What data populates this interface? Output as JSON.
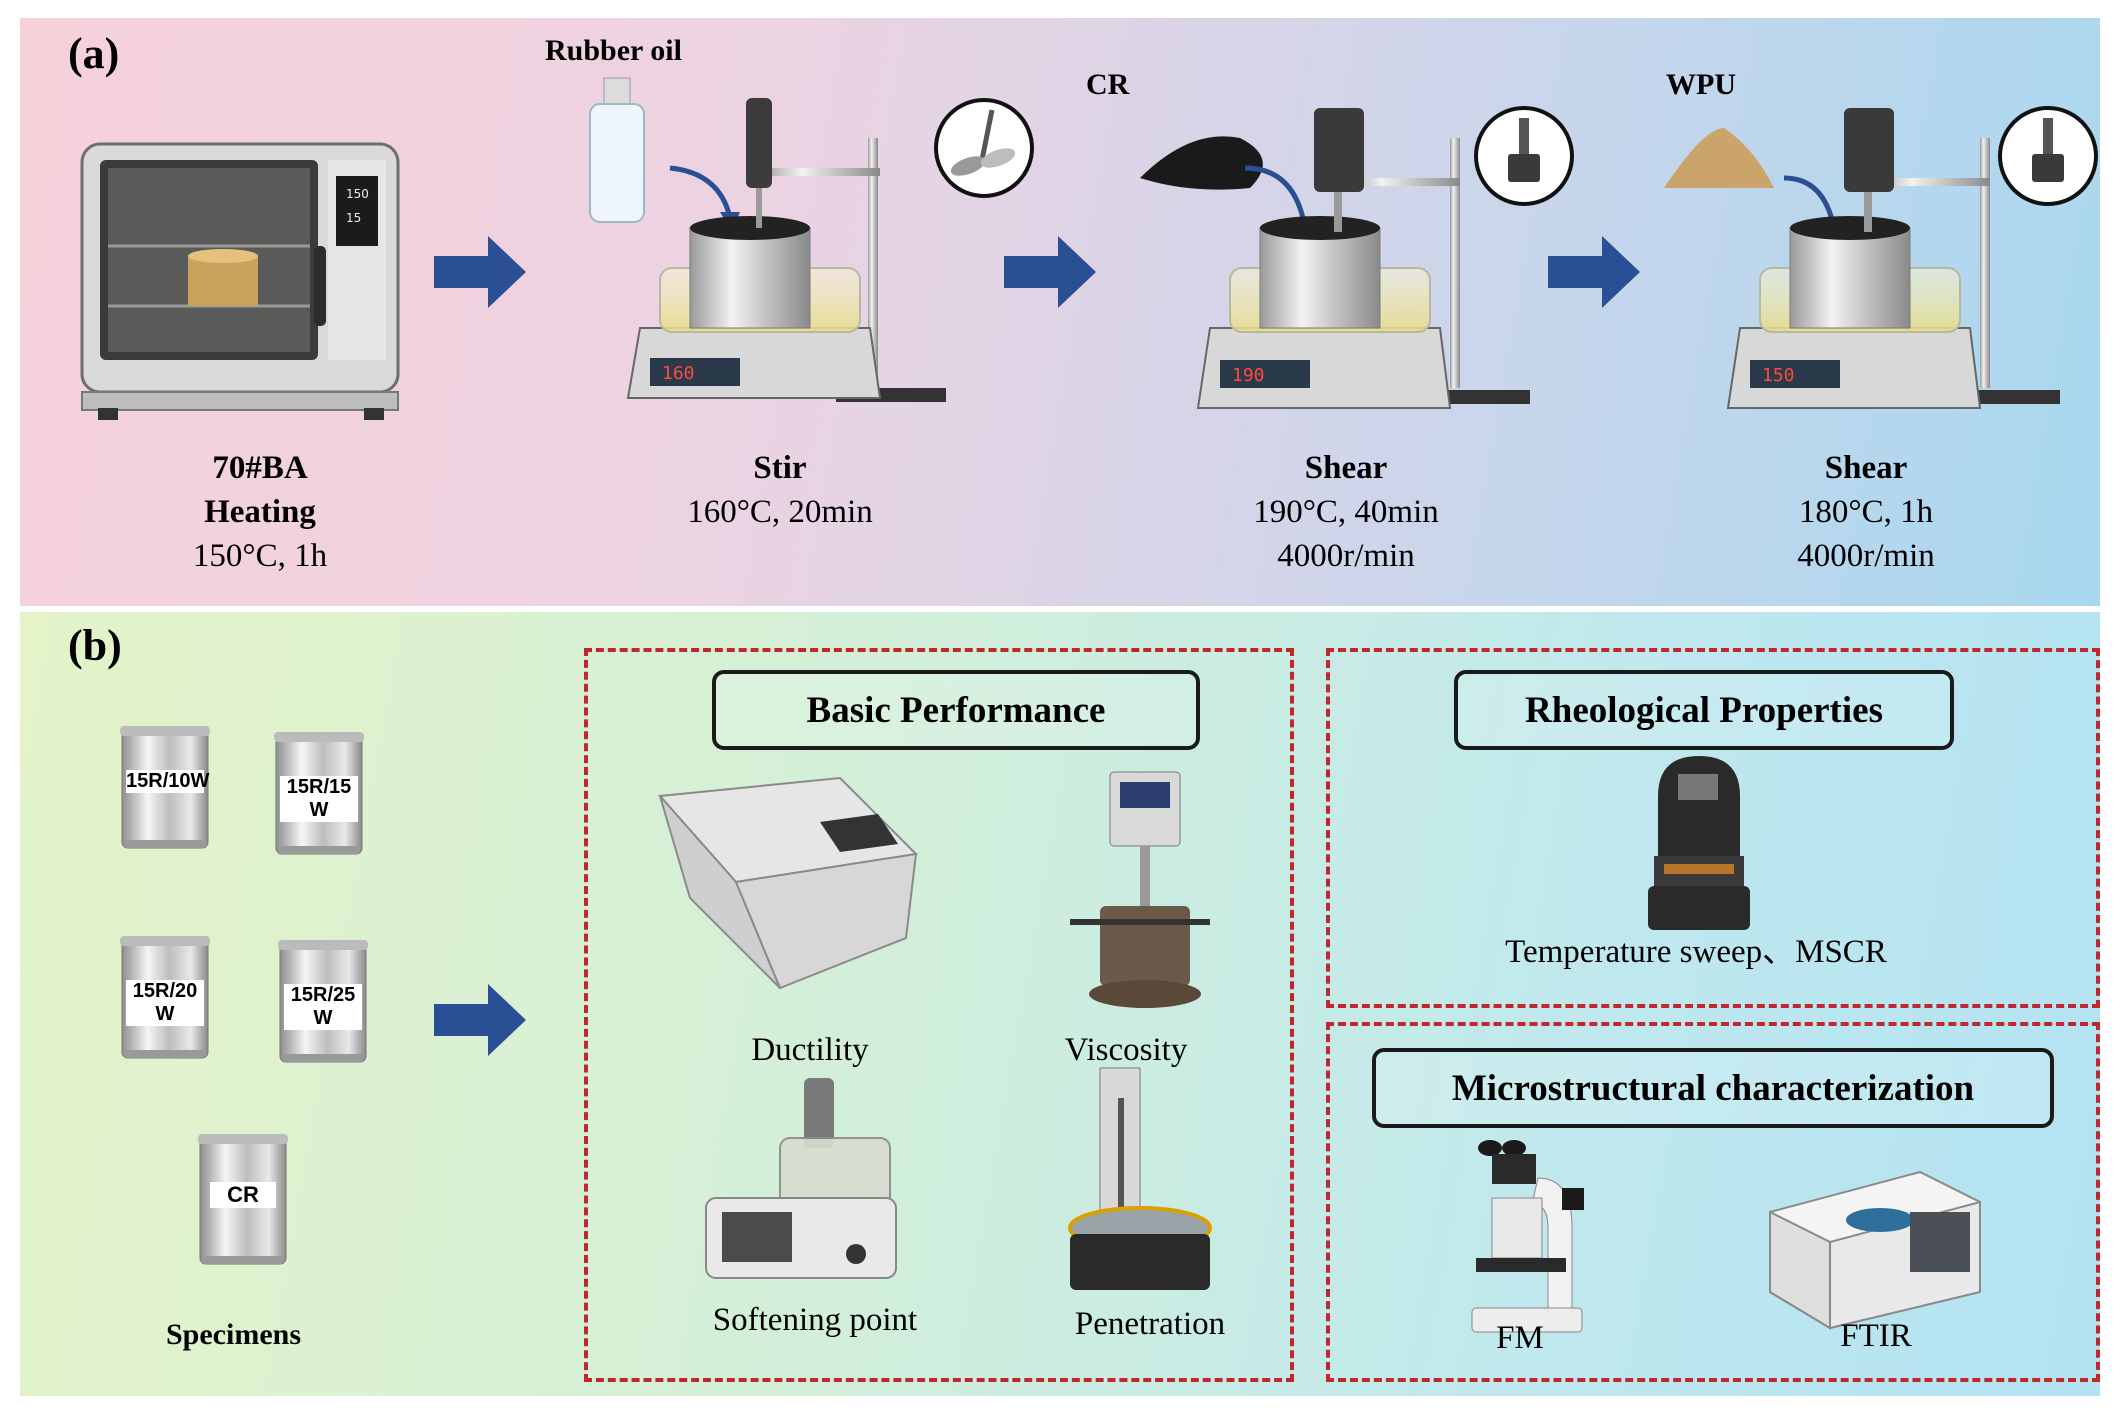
{
  "panel_a": {
    "label": "(a)",
    "steps": [
      {
        "title": "70#BA",
        "subtitle": "Heating",
        "line1": "150°C, 1h",
        "line2": ""
      },
      {
        "title": "Stir",
        "subtitle": "",
        "line1": "160°C, 20min",
        "line2": ""
      },
      {
        "title": "Shear",
        "subtitle": "",
        "line1": "190°C, 40min",
        "line2": "4000r/min"
      },
      {
        "title": "Shear",
        "subtitle": "",
        "line1": "180°C, 1h",
        "line2": "4000r/min"
      }
    ],
    "materials": {
      "rubber_oil": "Rubber oil",
      "cr": "CR",
      "wpu": "WPU"
    },
    "displays": {
      "oven_top": "150",
      "oven_bottom": "15",
      "stir": "160",
      "shear1": "190",
      "shear2": "150"
    }
  },
  "panel_b": {
    "label": "(b)",
    "specimens": [
      "15R/10W",
      "15R/15 W",
      "15R/20 W",
      "15R/25 W",
      "CR"
    ],
    "specimens_label": "Specimens",
    "basic": {
      "title": "Basic Performance",
      "items": [
        "Ductility",
        "Viscosity",
        "Softening point",
        "Penetration"
      ]
    },
    "rheological": {
      "title": "Rheological Properties",
      "caption": "Temperature sweep、MSCR"
    },
    "micro": {
      "title": "Microstructural characterization",
      "items": [
        "FM",
        "FTIR"
      ]
    }
  },
  "colors": {
    "arrow": "#2b4f95",
    "dashed": "#c0282e"
  }
}
